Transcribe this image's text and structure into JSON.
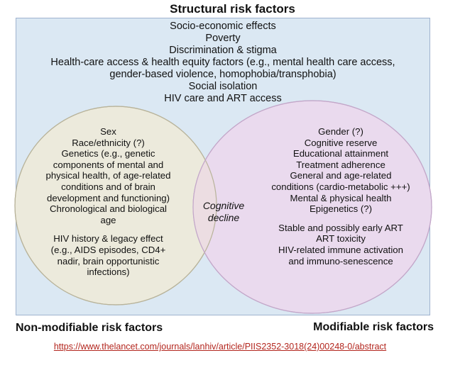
{
  "title": "Structural risk factors",
  "structural_items": [
    "Socio-economic effects",
    "Poverty",
    "Discrimination & stigma",
    "Health-care access & health equity factors (e.g., mental health care access,",
    "gender-based violence, homophobia/transphobia)",
    "Social isolation",
    "HIV care and ART access"
  ],
  "left_items": [
    "Sex",
    "Race/ethnicity (?)",
    "Genetics (e.g., genetic",
    "components of mental and",
    "physical health, of age-related",
    "conditions and of brain",
    "development and functioning)",
    "Chronological and biological",
    "age"
  ],
  "left_items_2": [
    "HIV history & legacy effect",
    "(e.g., AIDS episodes, CD4+",
    "nadir, brain opportunistic",
    "infections)"
  ],
  "center_label": [
    "Cognitive",
    "decline"
  ],
  "right_items": [
    "Gender (?)",
    "Cognitive reserve",
    "Educational attainment",
    "Treatment adherence",
    "General and age-related",
    "conditions (cardio-metabolic +++)",
    "Mental & physical health",
    "Epigenetics (?)"
  ],
  "right_items_2": [
    "Stable and possibly early ART",
    "ART toxicity",
    "HIV-related immune activation",
    "and immuno-senescence"
  ],
  "left_label": "Non-modifiable risk factors",
  "right_label": "Modifiable risk factors",
  "source_link": "https://www.thelancet.com/journals/lanhiv/article/PIIS2352-3018(24)00248-0/abstract",
  "colors": {
    "box_fill": "#dbe8f3",
    "box_border": "#9fb3cf",
    "left_circle": "#eceadc",
    "right_circle": "#eadaee",
    "overlap": "#ecdde2",
    "link": "#b3261e"
  }
}
